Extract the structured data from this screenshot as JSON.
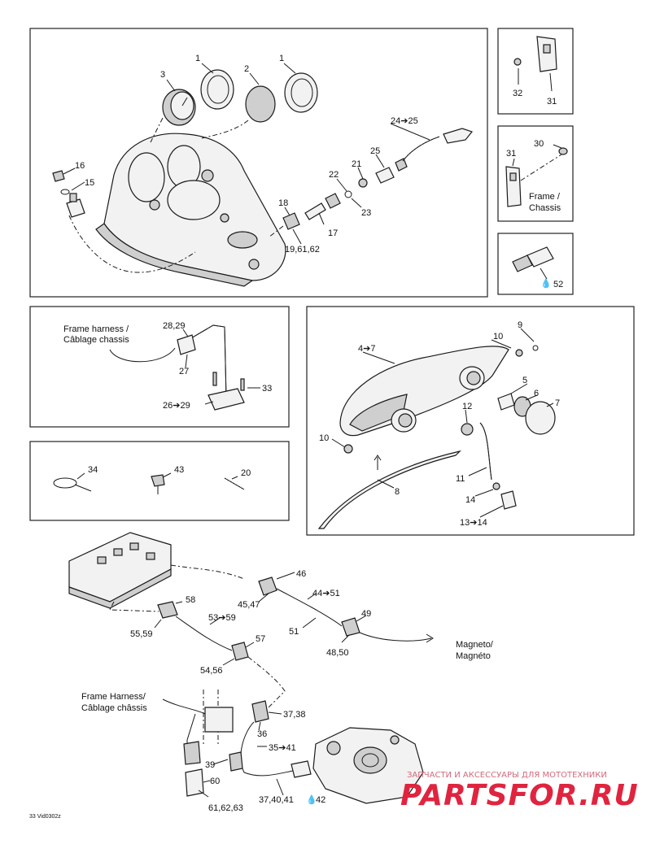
{
  "callouts": {
    "c1a": "1",
    "c2": "2",
    "c1b": "1",
    "c3": "3",
    "c16": "16",
    "c15": "15",
    "c24_25": "24➔25",
    "c25": "25",
    "c21": "21",
    "c22": "22",
    "c23": "23",
    "c18": "18",
    "c17": "17",
    "c19_61_62": "19,61,62",
    "c32": "32",
    "c31a": "31",
    "c30": "30",
    "c31b": "31",
    "c52": "52",
    "c28_29": "28,29",
    "c27": "27",
    "c33": "33",
    "c26_29": "26➔29",
    "c34": "34",
    "c43": "43",
    "c20": "20",
    "c9": "9",
    "c4_7": "4➔7",
    "c10a": "10",
    "c5": "5",
    "c6": "6",
    "c7": "7",
    "c12": "12",
    "c10b": "10",
    "c11": "11",
    "c8": "8",
    "c14": "14",
    "c13_14": "13➔14",
    "c46": "46",
    "c44_51": "44➔51",
    "c45_47": "45,47",
    "c49": "49",
    "c51": "51",
    "c48_50": "48,50",
    "c58": "58",
    "c53_59": "53➔59",
    "c55_59": "55,59",
    "c57": "57",
    "c54_56": "54,56",
    "c37_38": "37,38",
    "c36": "36",
    "c35_41": "35➔41",
    "c39": "39",
    "c60": "60",
    "c61_62_63": "61,62,63",
    "c37_40_41": "37,40,41",
    "c42": "42"
  },
  "notes": {
    "frame_chassis_1": "Frame /",
    "frame_chassis_2": "Chassis",
    "frame_harness_1": "Frame harness /",
    "frame_harness_2": "Câblage chassis",
    "magneto_1": "Magneto/",
    "magneto_2": "Magnéto",
    "frame_harness_cap_1": "Frame Harness/",
    "frame_harness_cap_2": "Câblage châssis"
  },
  "figure_code": "33 Vid0302z",
  "watermark": {
    "top": "ЗАПЧАСТИ И АКСЕССУАРЫ ДЛЯ МОТОТЕХНИКИ",
    "logo": "PARTSFOR.RU"
  },
  "colors": {
    "ink": "#1a1a1a",
    "watermark_red": "#e0243f",
    "watermark_pink": "#d2697d"
  }
}
